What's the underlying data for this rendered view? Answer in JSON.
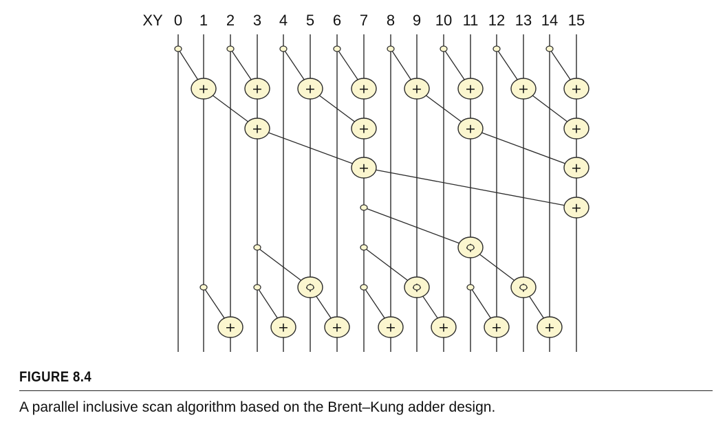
{
  "diagram": {
    "array_label": "XY",
    "column_labels": [
      "0",
      "1",
      "2",
      "3",
      "4",
      "5",
      "6",
      "7",
      "8",
      "9",
      "10",
      "11",
      "12",
      "13",
      "14",
      "15"
    ],
    "operator_symbol": "+",
    "colors": {
      "node_fill": "#fbf6cf",
      "stroke": "#2a2a2a"
    },
    "operations": [
      {
        "from": 0,
        "to": 1,
        "phase": "reduction",
        "level": 1
      },
      {
        "from": 2,
        "to": 3,
        "phase": "reduction",
        "level": 1
      },
      {
        "from": 4,
        "to": 5,
        "phase": "reduction",
        "level": 1
      },
      {
        "from": 6,
        "to": 7,
        "phase": "reduction",
        "level": 1
      },
      {
        "from": 8,
        "to": 9,
        "phase": "reduction",
        "level": 1
      },
      {
        "from": 10,
        "to": 11,
        "phase": "reduction",
        "level": 1
      },
      {
        "from": 12,
        "to": 13,
        "phase": "reduction",
        "level": 1
      },
      {
        "from": 14,
        "to": 15,
        "phase": "reduction",
        "level": 1
      },
      {
        "from": 1,
        "to": 3,
        "phase": "reduction",
        "level": 2
      },
      {
        "from": 5,
        "to": 7,
        "phase": "reduction",
        "level": 2
      },
      {
        "from": 9,
        "to": 11,
        "phase": "reduction",
        "level": 2
      },
      {
        "from": 13,
        "to": 15,
        "phase": "reduction",
        "level": 2
      },
      {
        "from": 3,
        "to": 7,
        "phase": "reduction",
        "level": 3
      },
      {
        "from": 11,
        "to": 15,
        "phase": "reduction",
        "level": 3
      },
      {
        "from": 7,
        "to": 15,
        "phase": "reduction",
        "level": 4
      },
      {
        "from": 7,
        "to": 11,
        "phase": "distribution",
        "level": 1
      },
      {
        "from": 3,
        "to": 5,
        "phase": "distribution",
        "level": 2
      },
      {
        "from": 7,
        "to": 9,
        "phase": "distribution",
        "level": 2
      },
      {
        "from": 11,
        "to": 13,
        "phase": "distribution",
        "level": 2
      },
      {
        "from": 1,
        "to": 2,
        "phase": "distribution",
        "level": 3
      },
      {
        "from": 3,
        "to": 4,
        "phase": "distribution",
        "level": 3
      },
      {
        "from": 5,
        "to": 6,
        "phase": "distribution",
        "level": 3
      },
      {
        "from": 7,
        "to": 8,
        "phase": "distribution",
        "level": 3
      },
      {
        "from": 9,
        "to": 10,
        "phase": "distribution",
        "level": 3
      },
      {
        "from": 11,
        "to": 12,
        "phase": "distribution",
        "level": 3
      },
      {
        "from": 13,
        "to": 14,
        "phase": "distribution",
        "level": 3
      }
    ]
  },
  "caption": {
    "label": "FIGURE 8.4",
    "text": "A parallel inclusive scan algorithm based on the Brent–Kung adder design."
  }
}
